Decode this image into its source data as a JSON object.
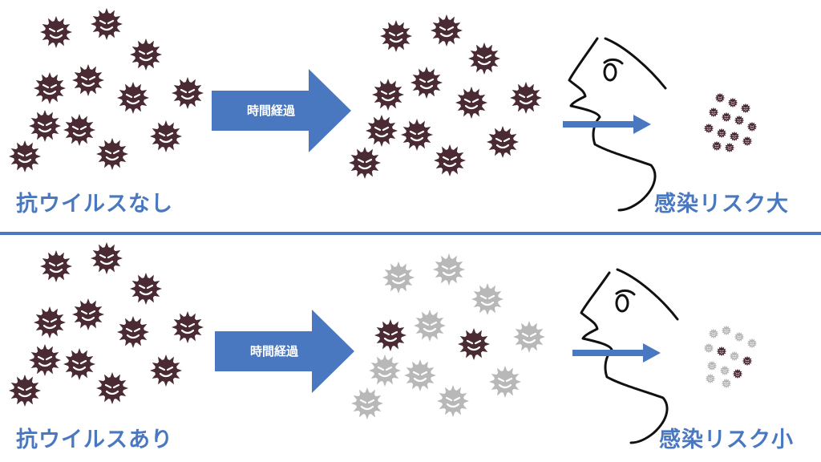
{
  "panels": [
    {
      "id": "top",
      "label_left": "抗ウイルスなし",
      "arrow_text": "時間経過",
      "label_right": "感染リスク大"
    },
    {
      "id": "bottom",
      "label_left": "抗ウイルスあり",
      "arrow_text": "時間経過",
      "label_right": "感染リスク小"
    }
  ],
  "colors": {
    "virus_active": "#4a2a33",
    "virus_inactive": "#b8b8b8",
    "arrow": "#4a78c0",
    "divider": "#4a78c0",
    "face_stroke": "#111111"
  }
}
